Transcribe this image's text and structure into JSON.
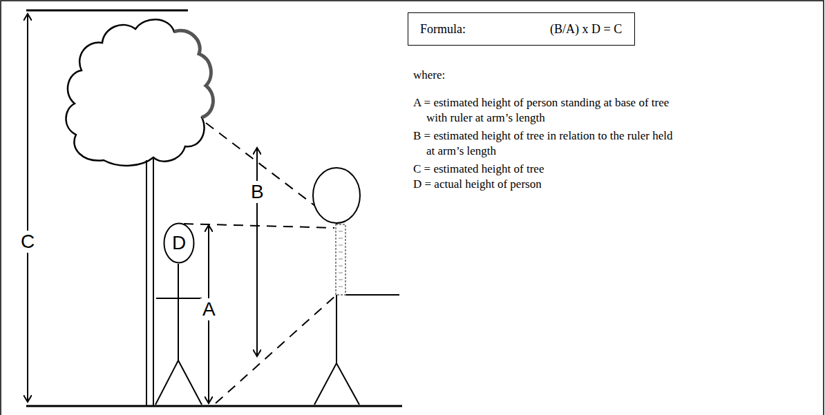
{
  "diagram": {
    "nodes": [
      {
        "text": [
          "Formula:",
          "(B/A) x D = C"
        ]
      },
      {
        "text": [
          "D"
        ]
      }
    ],
    "labels": [
      "C",
      "B",
      "A",
      "where:",
      "A = estimated height of person standing at base of tree with ruler at arm’s length",
      "B = estimated height of tree in relation to the ruler held at arm’s length",
      "C = estimated height of tree",
      "D = actual height of person"
    ]
  }
}
